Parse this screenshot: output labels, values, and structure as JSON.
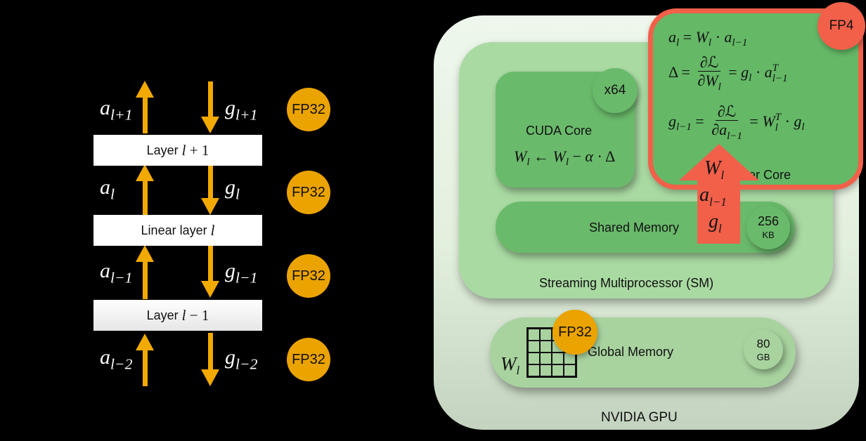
{
  "left_diagram": {
    "layers": [
      {
        "prefix": "Layer",
        "math_var": "l",
        "math_op": "+ 1"
      },
      {
        "prefix": "Linear layer",
        "math_var": "l",
        "math_op": ""
      },
      {
        "prefix": "Layer",
        "math_var": "l",
        "math_op": "− 1"
      }
    ],
    "activations": [
      {
        "base": "a",
        "sub": "l+1"
      },
      {
        "base": "a",
        "sub": "l"
      },
      {
        "base": "a",
        "sub": "l−1"
      },
      {
        "base": "a",
        "sub": "l−2"
      }
    ],
    "gradients": [
      {
        "base": "g",
        "sub": "l+1"
      },
      {
        "base": "g",
        "sub": "l"
      },
      {
        "base": "g",
        "sub": "l−1"
      },
      {
        "base": "g",
        "sub": "l−2"
      }
    ],
    "precision_badges": [
      "FP32",
      "FP32",
      "FP32",
      "FP32"
    ],
    "arrow_color": "#f2a900",
    "badge_color": "#eba300"
  },
  "gpu": {
    "title": "NVIDIA GPU",
    "sm_title": "Streaming Multiprocessor (SM)",
    "cuda_core": {
      "title": "CUDA Core",
      "count_badge": "x64",
      "update_rule": {
        "lhs": "W",
        "lhs_sub": "l",
        "arrow": "←",
        "rhs1": "W",
        "rhs1_sub": "l",
        "minus": "−",
        "alpha": "α",
        "dot": "·",
        "delta": "Δ"
      }
    },
    "tensor_core": {
      "title_visible": "er Core",
      "precision_badge": "FP4",
      "border_color": "#f2604a",
      "eq1": {
        "lhs": "a",
        "lhs_sub": "l",
        "w": "W",
        "w_sub": "l",
        "a_prev": "a",
        "a_prev_sub": "l−1"
      },
      "eq2": {
        "lhs": "Δ",
        "num": "∂ℒ",
        "den": "∂W",
        "den_sub": "l",
        "g": "g",
        "g_sub": "l",
        "a": "a",
        "a_sup": "T",
        "a_sub": "l−1"
      },
      "eq3": {
        "lhs": "g",
        "lhs_sub": "l−1",
        "num": "∂ℒ",
        "den": "∂a",
        "den_sub": "l−1",
        "w": "W",
        "w_sup": "T",
        "w_sub": "l",
        "g": "g",
        "g_sub": "l"
      }
    },
    "transfer_arrow": {
      "items": [
        {
          "base": "W",
          "sub": "l"
        },
        {
          "base": "a",
          "sub": "l−1"
        },
        {
          "base": "g",
          "sub": "l"
        }
      ],
      "color": "#f2604a"
    },
    "shared_memory": {
      "title": "Shared Memory",
      "size_value": "256",
      "size_unit": "KB"
    },
    "global_memory": {
      "title": "Global Memory",
      "size_value": "80",
      "size_unit": "GB",
      "weight_label": "W",
      "weight_sub": "l",
      "precision_badge": "FP32"
    }
  }
}
